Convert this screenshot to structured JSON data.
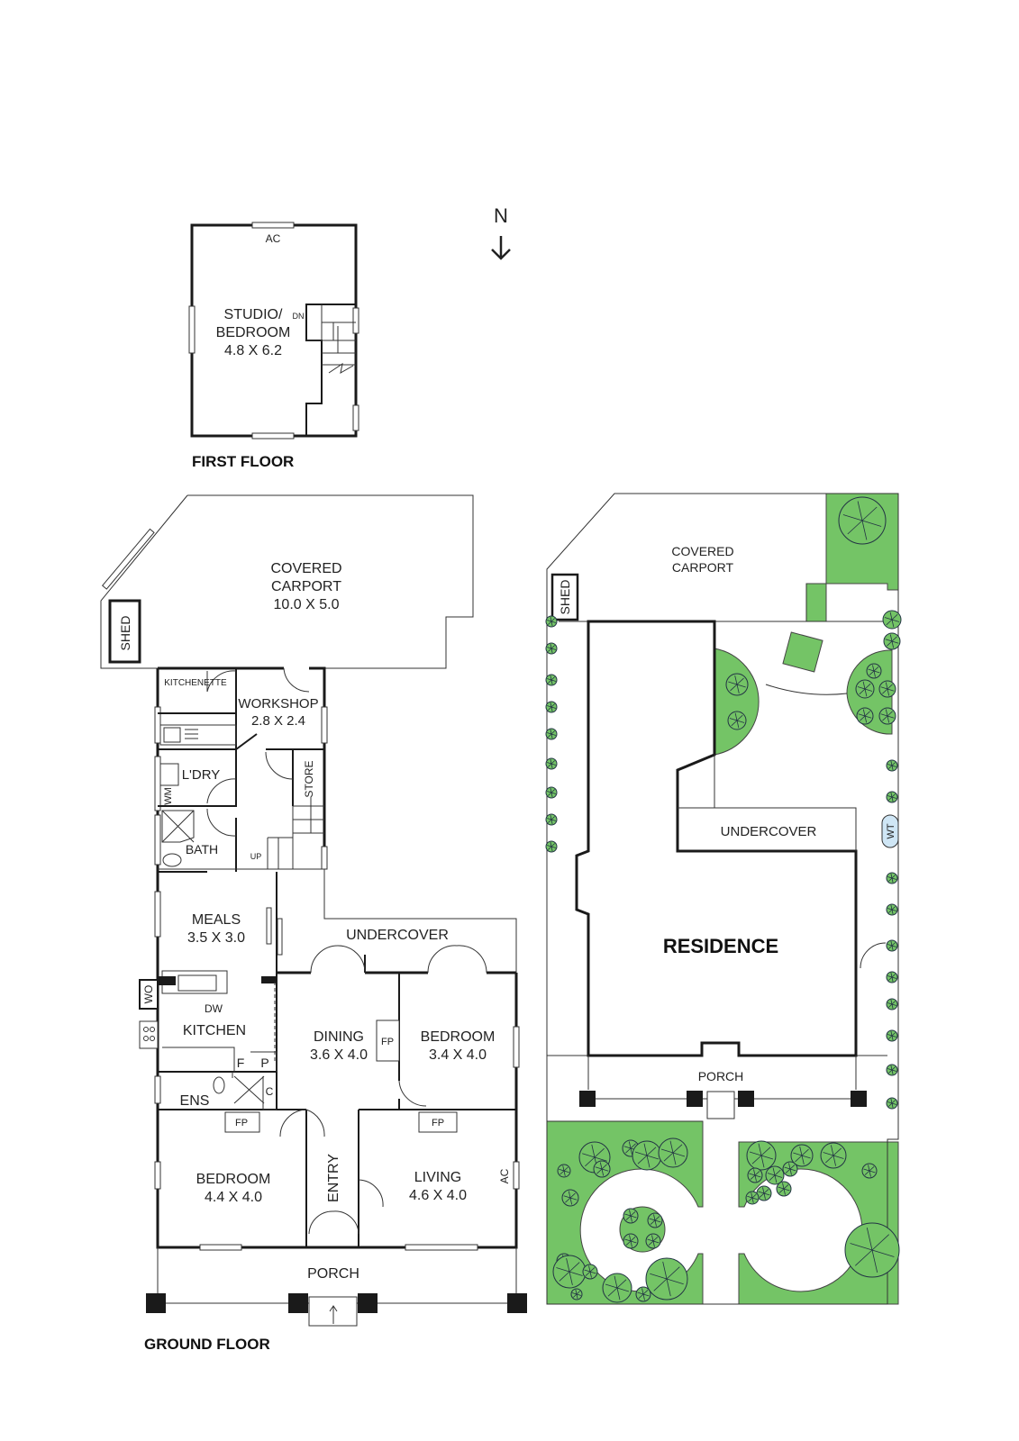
{
  "compass": {
    "label": "N"
  },
  "first_floor": {
    "title": "FIRST FLOOR",
    "studio": {
      "name1": "STUDIO/",
      "name2": "BEDROOM",
      "size": "4.8 X 6.2"
    },
    "ac": "AC",
    "dn": "DN"
  },
  "ground_floor": {
    "title": "GROUND FLOOR",
    "carport": {
      "name1": "COVERED",
      "name2": "CARPORT",
      "size": "10.0 X 5.0"
    },
    "shed": "SHED",
    "kitchenette": "KITCHENETTE",
    "workshop": {
      "name": "WORKSHOP",
      "size": "2.8 X 2.4"
    },
    "laundry": "L'DRY",
    "wm": "WM",
    "store": "STORE",
    "bath": "BATH",
    "up": "UP",
    "meals": {
      "name": "MEALS",
      "size": "3.5 X 3.0"
    },
    "undercover": "UNDERCOVER",
    "wo": "WO",
    "dw": "DW",
    "kitchen": "KITCHEN",
    "f": "F",
    "p": "P",
    "c": "C",
    "ens": "ENS",
    "dining": {
      "name": "DINING",
      "size": "3.6 X 4.0"
    },
    "fp": "FP",
    "bedroom2": {
      "name": "BEDROOM",
      "size": "3.4 X 4.0"
    },
    "bedroom1": {
      "name": "BEDROOM",
      "size": "4.4 X 4.0"
    },
    "entry": "ENTRY",
    "living": {
      "name": "LIVING",
      "size": "4.6 X 4.0"
    },
    "ac": "AC",
    "porch": "PORCH"
  },
  "site_plan": {
    "carport1": "COVERED",
    "carport2": "CARPORT",
    "shed": "SHED",
    "undercover": "UNDERCOVER",
    "wt": "WT",
    "residence": "RESIDENCE",
    "porch": "PORCH",
    "green": "#74c466"
  }
}
